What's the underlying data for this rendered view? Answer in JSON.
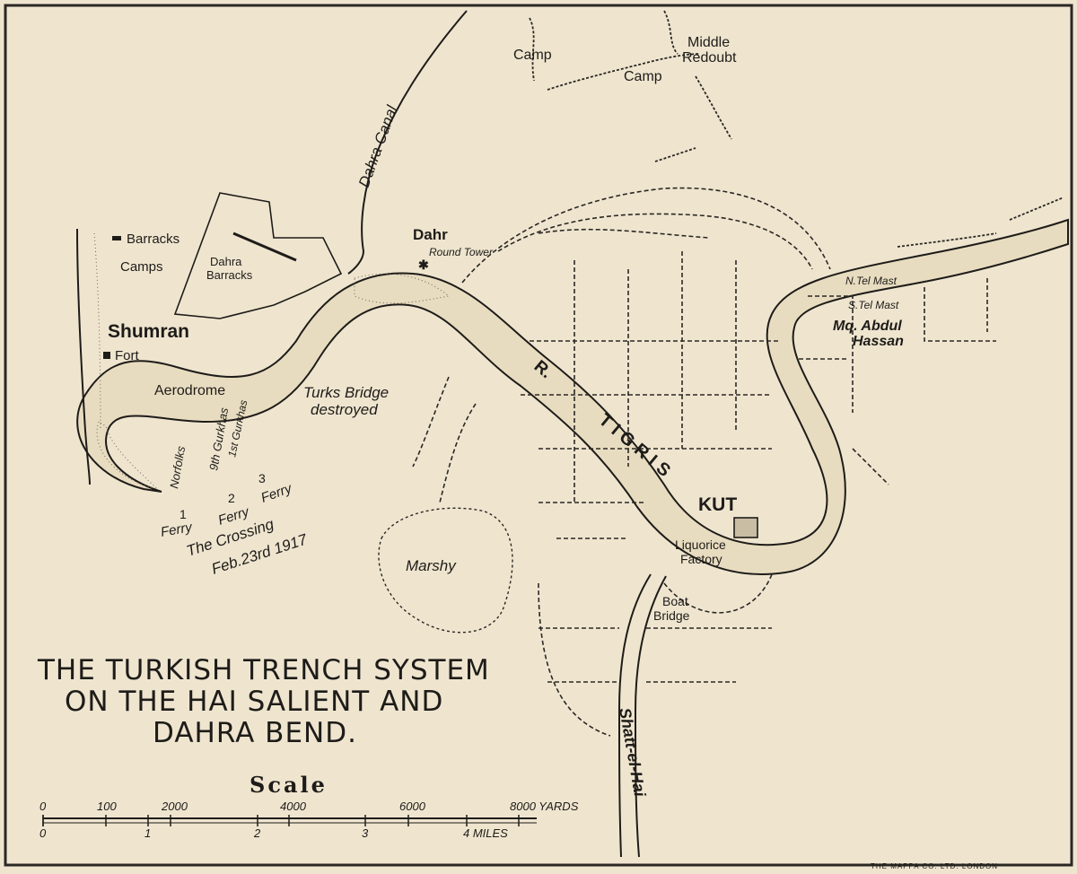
{
  "title": {
    "line1": "THE TURKISH TRENCH SYSTEM",
    "line2": "ON THE HAI SALIENT AND",
    "line3": "DAHRA BEND."
  },
  "places": {
    "camp_1": "Camp",
    "camp_2": "Camp",
    "middle": "Middle",
    "redoubt": "Redoubt",
    "dahra_canal": "Dahra Canal",
    "dahr": "Dahr",
    "round_tower": "Round Tower",
    "barracks": "Barracks",
    "camps": "Camps",
    "dahra_barracks_1": "Dahra",
    "dahra_barracks_2": "Barracks",
    "shumran": "Shumran",
    "fort": "Fort",
    "aerodrome": "Aerodrome",
    "turks_bridge_1": "Turks Bridge",
    "turks_bridge_2": "destroyed",
    "river_r": "R.",
    "river_tigris": "TIGRIS",
    "kut": "KUT",
    "liquorice_1": "Liquorice",
    "liquorice_2": "Factory",
    "boat_1": "Boat",
    "boat_2": "Bridge",
    "marshy": "Marshy",
    "n_tel_mast": "N.Tel Mast",
    "s_tel_mast": "S.Tel Mast",
    "mosque": "Mq. Abdul",
    "hassan": "Hassan",
    "shatt": "Shatt-el-Hai",
    "ferry_1": "Ferry",
    "ferry_2": "Ferry",
    "ferry_3": "Ferry",
    "ferry_num_1": "1",
    "ferry_num_2": "2",
    "ferry_num_3": "3",
    "crossing_1": "The Crossing",
    "crossing_2": "Feb.23rd 1917",
    "norfolks": "Norfolks",
    "ghurkas": "9th Gurkhas",
    "gurkhas_1st": "1st Gurkhas"
  },
  "scale": {
    "title": "Scale",
    "yard_labels": [
      "0",
      "100",
      "2000",
      "4000",
      "6000",
      "8000 YARDS"
    ],
    "mile_labels": [
      "0",
      "1",
      "2",
      "3",
      "4 MILES"
    ]
  },
  "imprint": "THE MAPPA CO. LTD. LONDON",
  "colors": {
    "paper": "#efe5cf",
    "ink": "#1e1c19",
    "river_fill": "#e8dcc0"
  }
}
